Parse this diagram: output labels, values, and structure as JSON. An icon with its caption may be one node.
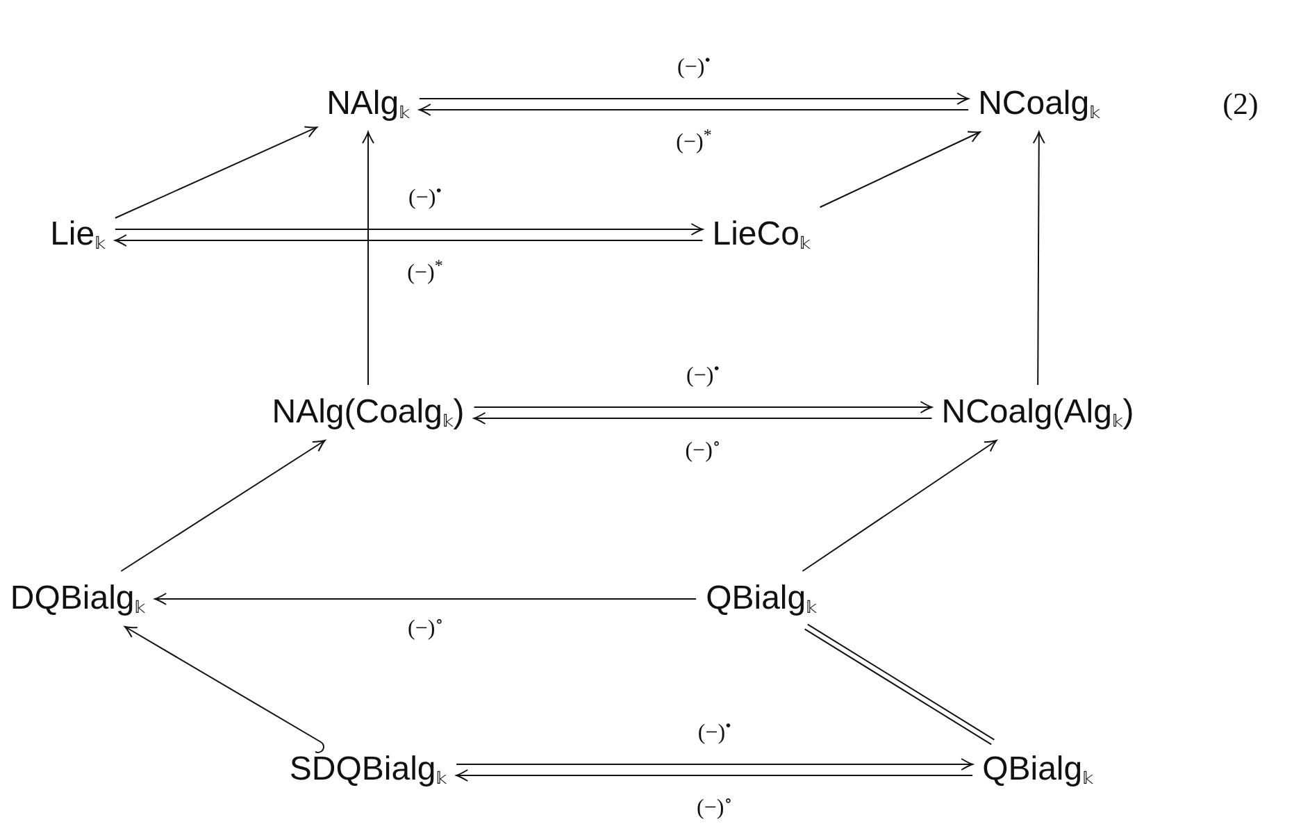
{
  "diagram": {
    "nodes": [
      {
        "text": [
          "NAlg$_{𝕜}$"
        ]
      },
      {
        "text": [
          "NCoalg$_{𝕜}$"
        ]
      },
      {
        "text": [
          "Lie$_{𝕜}$"
        ]
      },
      {
        "text": [
          "LieCo$_{𝕜}$"
        ]
      },
      {
        "text": [
          "NAlg(Coalg$_{𝕜}$)"
        ]
      },
      {
        "text": [
          "NCoalg(Alg$_{𝕜}$)"
        ]
      },
      {
        "text": [
          "DQBialg$_{𝕜}$"
        ]
      },
      {
        "text": [
          "QBialg$_{𝕜}$"
        ]
      },
      {
        "text": [
          "SDQBialg$_{𝕜}$"
        ]
      },
      {
        "text": [
          "QBialg$_{𝕜}$"
        ]
      }
    ],
    "edges": [
      {
        "from": 0,
        "to": 1,
        "arrow": "to",
        "label": "(−)$^{•}$"
      },
      {
        "from": 1,
        "to": 0,
        "arrow": "to",
        "label": "(−)$^{*}$"
      },
      {
        "from": 2,
        "to": 0,
        "arrow": "to"
      },
      {
        "from": 2,
        "to": 3,
        "arrow": "to",
        "label": "(−)$^{•}$"
      },
      {
        "from": 3,
        "to": 2,
        "arrow": "to",
        "label": "(−)$^{*}$"
      },
      {
        "from": 3,
        "to": 1,
        "arrow": "to"
      },
      {
        "from": 4,
        "to": 0,
        "arrow": "to"
      },
      {
        "from": 4,
        "to": 5,
        "arrow": "to",
        "label": "(−)$^{•}$"
      },
      {
        "from": 5,
        "to": 4,
        "arrow": "to",
        "label": "(−)$^{∘}$"
      },
      {
        "from": 5,
        "to": 1,
        "arrow": "to"
      },
      {
        "from": 6,
        "to": 4,
        "arrow": "to"
      },
      {
        "from": 7,
        "to": 5,
        "arrow": "to"
      },
      {
        "from": 7,
        "to": 6,
        "arrow": "to",
        "label": "(−)$^{∘}$"
      },
      {
        "from": 8,
        "to": 6,
        "arrow": "to"
      },
      {
        "from": 7,
        "to": 9,
        "arrow": "none"
      },
      {
        "from": 8,
        "to": 9,
        "arrow": "to",
        "label": "(−)$^{•}$"
      },
      {
        "from": 9,
        "to": 8,
        "arrow": "to",
        "label": "(−)$^{∘}$"
      }
    ],
    "labels": [
      "(2)"
    ]
  }
}
